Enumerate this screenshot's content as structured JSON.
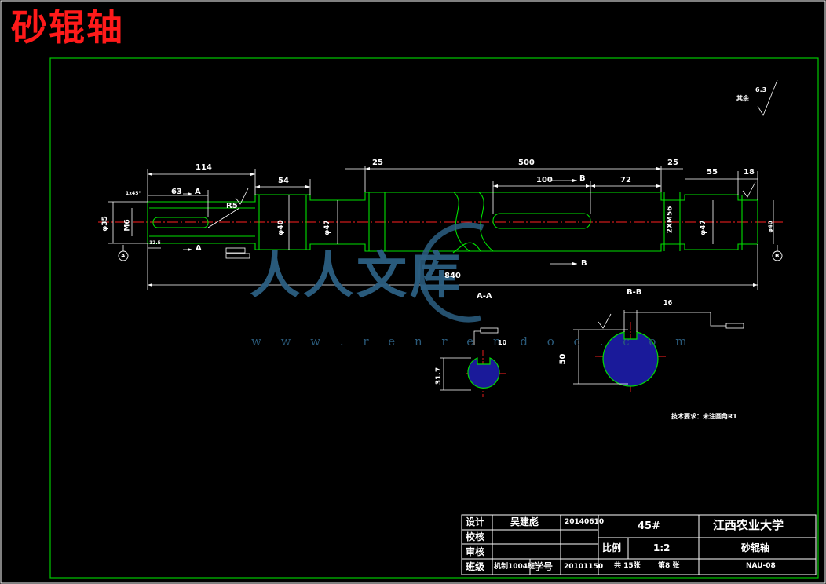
{
  "drawing": {
    "big_title": "砂辊轴",
    "roughness_note": "其余",
    "roughness_value": "6.3",
    "tech_note": "技术要求：未注圆角R1",
    "dims": {
      "d114": "114",
      "d54": "54",
      "d25a": "25",
      "d500": "500",
      "d25b": "25",
      "d55": "55",
      "d18": "18",
      "d63": "63",
      "d100": "100",
      "d72": "72",
      "d840": "840",
      "r5": "R5",
      "m6": "M6",
      "chamfer": "1x45°",
      "thread": "2XM56",
      "phi35": "φ35",
      "phi40": "φ40",
      "phi47a": "φ47",
      "phi47b": "φ47",
      "phi40b": "φ40",
      "d12_5": "12.5",
      "d16": "16",
      "d50": "50",
      "d10": "10",
      "d31_7": "31.7"
    },
    "section_labels": {
      "a_upper": "A",
      "a_lower": "A",
      "b_upper": "B",
      "b_lower": "B",
      "aa": "A-A",
      "bb": "B-B"
    },
    "datum_left": "A",
    "datum_right": "B"
  },
  "watermark": {
    "logo": "人人文库",
    "url": "w w w . r e n r e n d o c . c o m"
  },
  "title_block": {
    "design_label": "设计",
    "designer": "吴建彪",
    "design_date": "20140610",
    "check_label": "校核",
    "review_label": "审核",
    "class_label": "班级",
    "class_value": "机制1004班",
    "student_no_label": "学号",
    "student_no": "20101150",
    "material": "45#",
    "school": "江西农业大学",
    "scale_label": "比例",
    "scale_value": "1:2",
    "part_name": "砂辊轴",
    "sheets": "共 15张",
    "sheet_no": "第8 张",
    "drawing_no": "NAU-08"
  },
  "colors": {
    "background": "#000000",
    "frame": "#00c800",
    "outline": "#00e000",
    "dimension": "#ffffff",
    "centerline": "#ff2020",
    "hatch": "#1a1a9a",
    "title": "#ff1a1a"
  }
}
